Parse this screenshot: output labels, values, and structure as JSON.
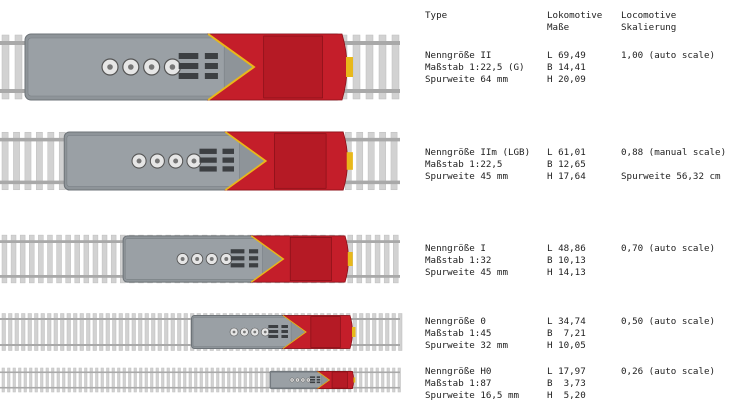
{
  "headers": {
    "type": "Type",
    "loco_line1": "Lokomotive",
    "loco_line2": "Maße",
    "scale_line1": "Locomotive",
    "scale_line2": "Skalierung"
  },
  "rows": [
    {
      "size": "Nenngröße II",
      "scale": "Maßstab 1:22,5 (G)",
      "gauge": "Spurweite 64 mm",
      "L": "L 69,49",
      "B": "B 14,41",
      "H": "H 20,09",
      "factor": "1,00 (auto scale)",
      "extra": "",
      "loco_scale": 1.0
    },
    {
      "size": "Nenngröße IIm (LGB)",
      "scale": "Maßstab 1:22,5",
      "gauge": "Spurweite 45 mm",
      "L": "L 61,01",
      "B": "B 12,65",
      "H": "H 17,64",
      "factor": "0,88 (manual scale)",
      "extra": "Spurweite 56,32 cm",
      "loco_scale": 0.88
    },
    {
      "size": "Nenngröße I",
      "scale": "Maßstab 1:32",
      "gauge": "Spurweite 45 mm",
      "L": "L 48,86",
      "B": "B 10,13",
      "H": "H 14,13",
      "factor": "0,70 (auto scale)",
      "extra": "",
      "loco_scale": 0.7
    },
    {
      "size": "Nenngröße 0",
      "scale": "Maßstab 1:45",
      "gauge": "Spurweite 32 mm",
      "L": "L 34,74",
      "B": "B  7,21",
      "H": "H 10,05",
      "factor": "0,50 (auto scale)",
      "extra": "",
      "loco_scale": 0.5
    },
    {
      "size": "Nenngröße H0",
      "scale": "Maßstab 1:87",
      "gauge": "Spurweite 16,5 mm",
      "L": "L 17,97",
      "B": "B  3,73",
      "H": "H  5,20",
      "factor": "0,26 (auto scale)",
      "extra": "",
      "loco_scale": 0.26
    }
  ],
  "colors": {
    "body_gray": "#8e9499",
    "body_red": "#c41e2a",
    "yellow": "#e8b81a",
    "rail": "#a9a9a9",
    "sleeper": "#d2d2d2"
  }
}
